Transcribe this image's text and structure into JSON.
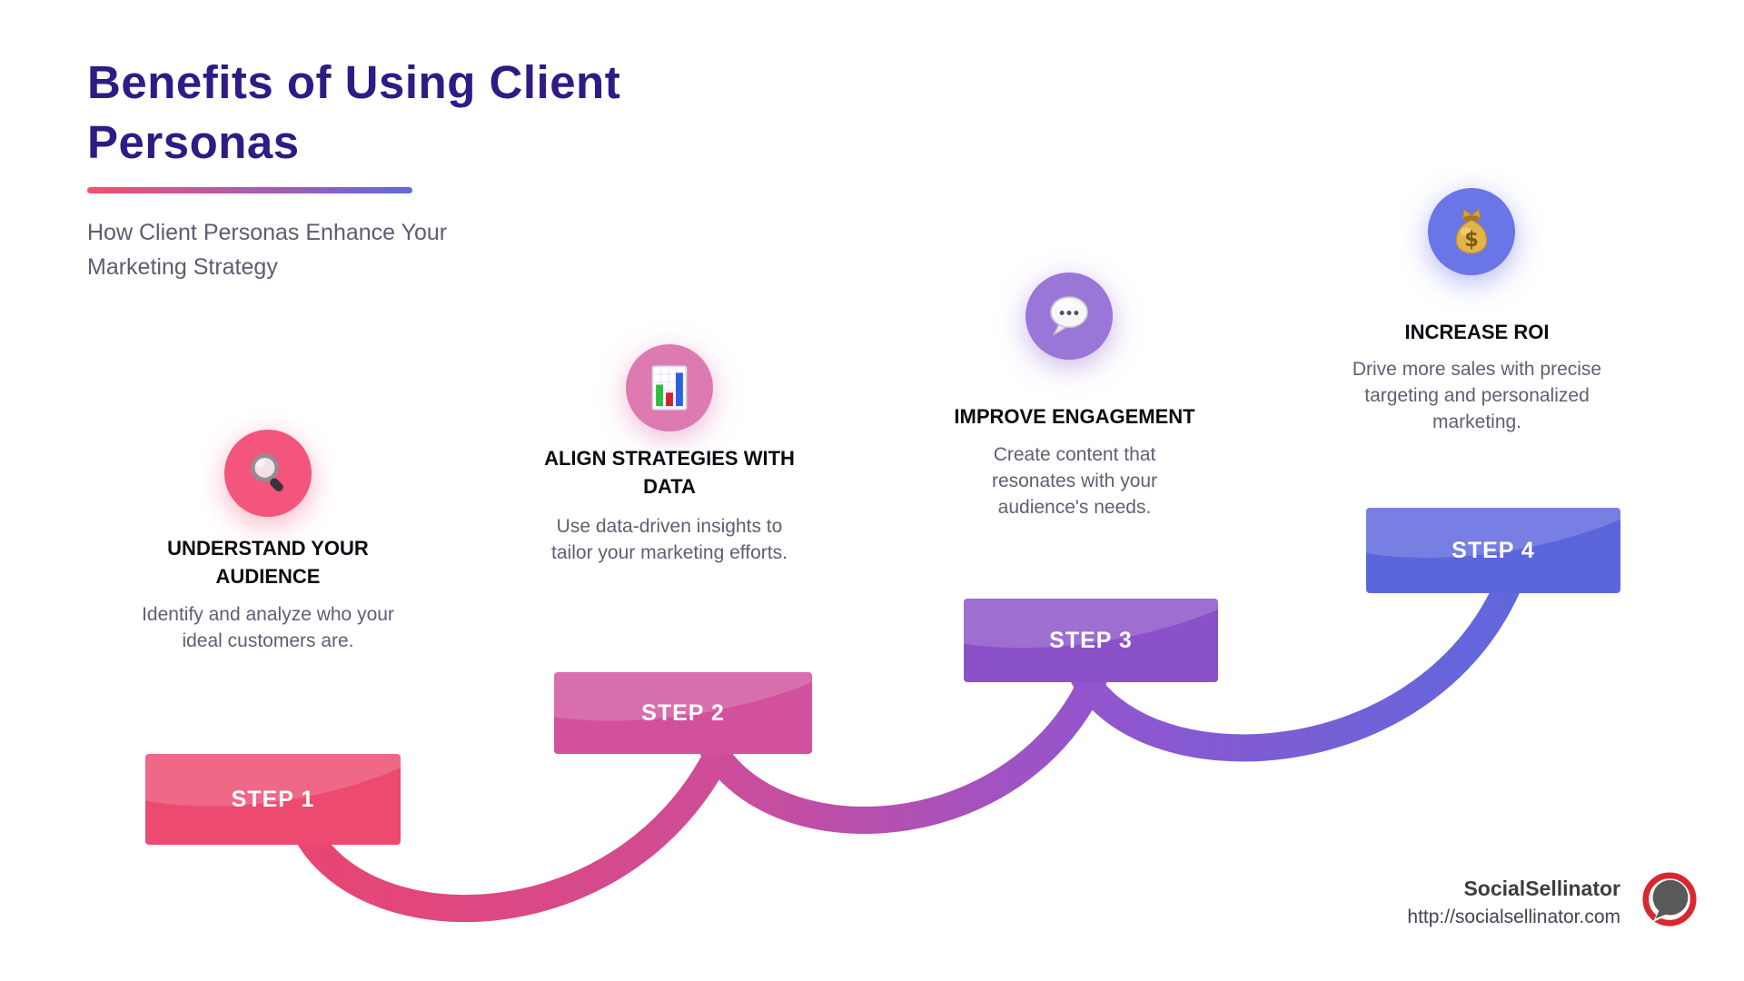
{
  "header": {
    "title_line1": "Benefits of Using Client",
    "title_line2": "Personas",
    "subtitle": "How Client Personas Enhance Your Marketing Strategy"
  },
  "steps": [
    {
      "label": "STEP 1",
      "icon": "magnifying-glass-icon",
      "title": "UNDERSTAND YOUR AUDIENCE",
      "description": "Identify and analyze who your ideal customers are.",
      "accent_color": "#F3557C",
      "banner_color": "#EC4A70"
    },
    {
      "label": "STEP 2",
      "icon": "bar-chart-icon",
      "title": "ALIGN STRATEGIES WITH DATA",
      "description": "Use data-driven insights to tailor your marketing efforts.",
      "accent_color": "#DE7AB2",
      "banner_color": "#D2519C"
    },
    {
      "label": "STEP 3",
      "icon": "speech-balloon-icon",
      "title": "IMPROVE ENGAGEMENT",
      "description": "Create content that resonates with your audience's needs.",
      "accent_color": "#9A76D8",
      "banner_color": "#8B51C8"
    },
    {
      "label": "STEP 4",
      "icon": "money-bag-icon",
      "title": "INCREASE ROI",
      "description": "Drive more sales with precise targeting and personalized marketing.",
      "accent_color": "#6A75E8",
      "banner_color": "#5C66DC"
    }
  ],
  "palette": {
    "title_color": "#2E1B86",
    "flow_gradient_start": "#EA446E",
    "flow_gradient_end": "#5E68DD",
    "logo_ring_color": "#D7282F"
  },
  "footer": {
    "brand": "SocialSellinator",
    "url": "http://socialsellinator.com"
  }
}
